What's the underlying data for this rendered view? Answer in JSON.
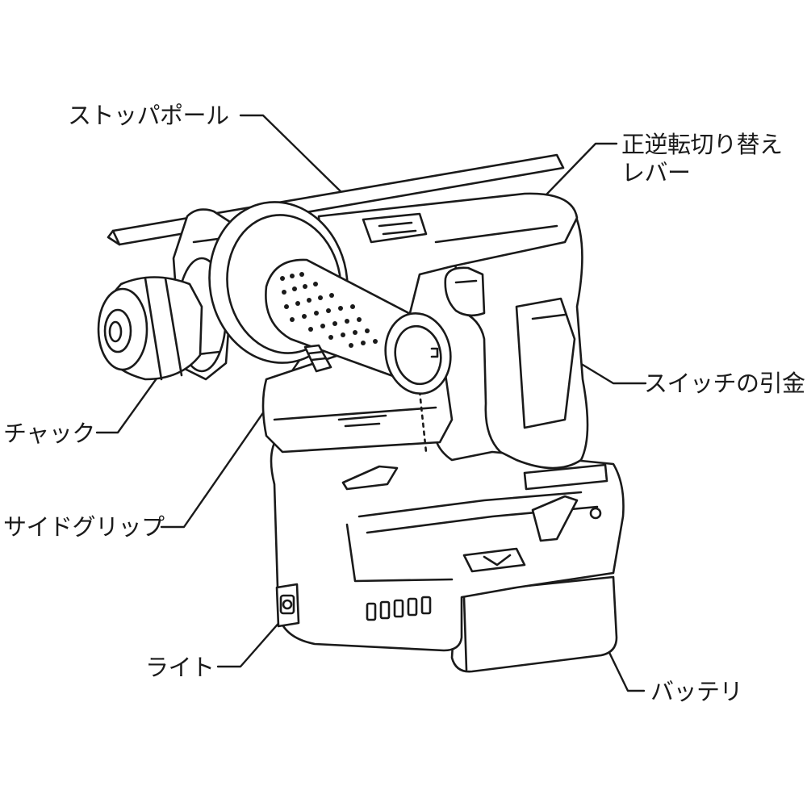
{
  "diagram": {
    "labels": {
      "stopper_pole": "ストッパポール",
      "reverse_lever_line1": "正逆転切り替え",
      "reverse_lever_line2": "レバー",
      "switch_trigger": "スイッチの引金",
      "chuck": "チャック",
      "side_grip": "サイドグリップ",
      "light": "ライト",
      "battery": "バッテリ"
    },
    "colors": {
      "line": "#1a1a1a",
      "fill": "#ffffff"
    }
  }
}
